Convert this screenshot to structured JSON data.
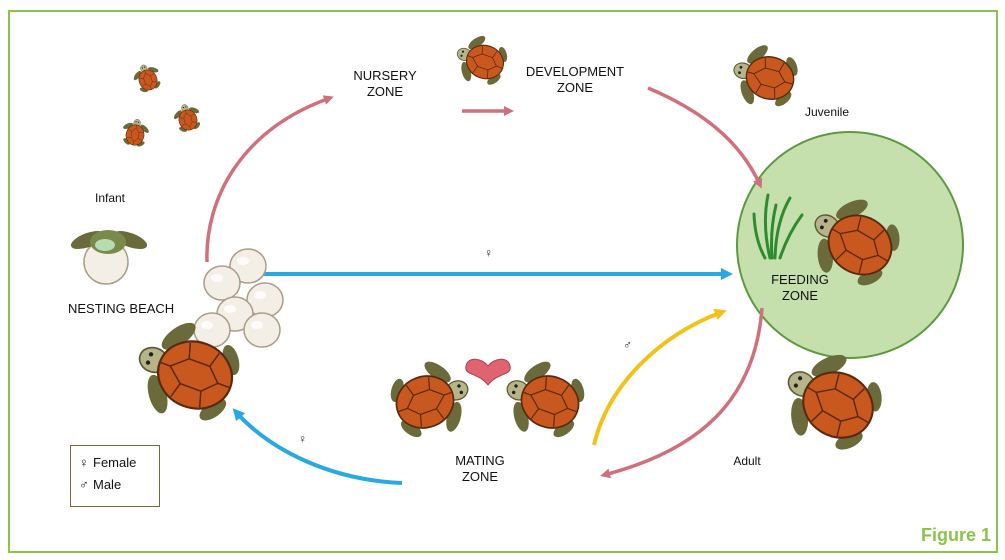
{
  "labels": {
    "nursery_zone": [
      "NURSERY",
      "ZONE"
    ],
    "development_zone": [
      "DEVELOPMENT",
      "ZONE"
    ],
    "juvenile": "Juvenile",
    "infant": "Infant",
    "nesting_beach": "NESTING BEACH",
    "feeding_zone": [
      "FEEDING",
      "ZONE"
    ],
    "mating_zone": [
      "MATING",
      "ZONE"
    ],
    "adult": "Adult"
  },
  "arrow_symbols": {
    "nesting_to_feeding": "♀",
    "mating_to_feeding": "♂",
    "mating_to_nesting": "♀"
  },
  "legend": {
    "female_symbol": "♀",
    "female_label": "Female",
    "male_symbol": "♂",
    "male_label": "Male"
  },
  "figure_label": "Figure 1",
  "colors": {
    "frame": "#8cc34b",
    "pink_arrow": "#d0707c",
    "blue_arrow": "#29a9e1",
    "yellow_arrow": "#f2c21a",
    "feeding_circle_fill": "#c5e0ad",
    "feeding_circle_stroke": "#5c9a3d",
    "shell": "#c9581e",
    "skin": "#6a6a3a"
  }
}
